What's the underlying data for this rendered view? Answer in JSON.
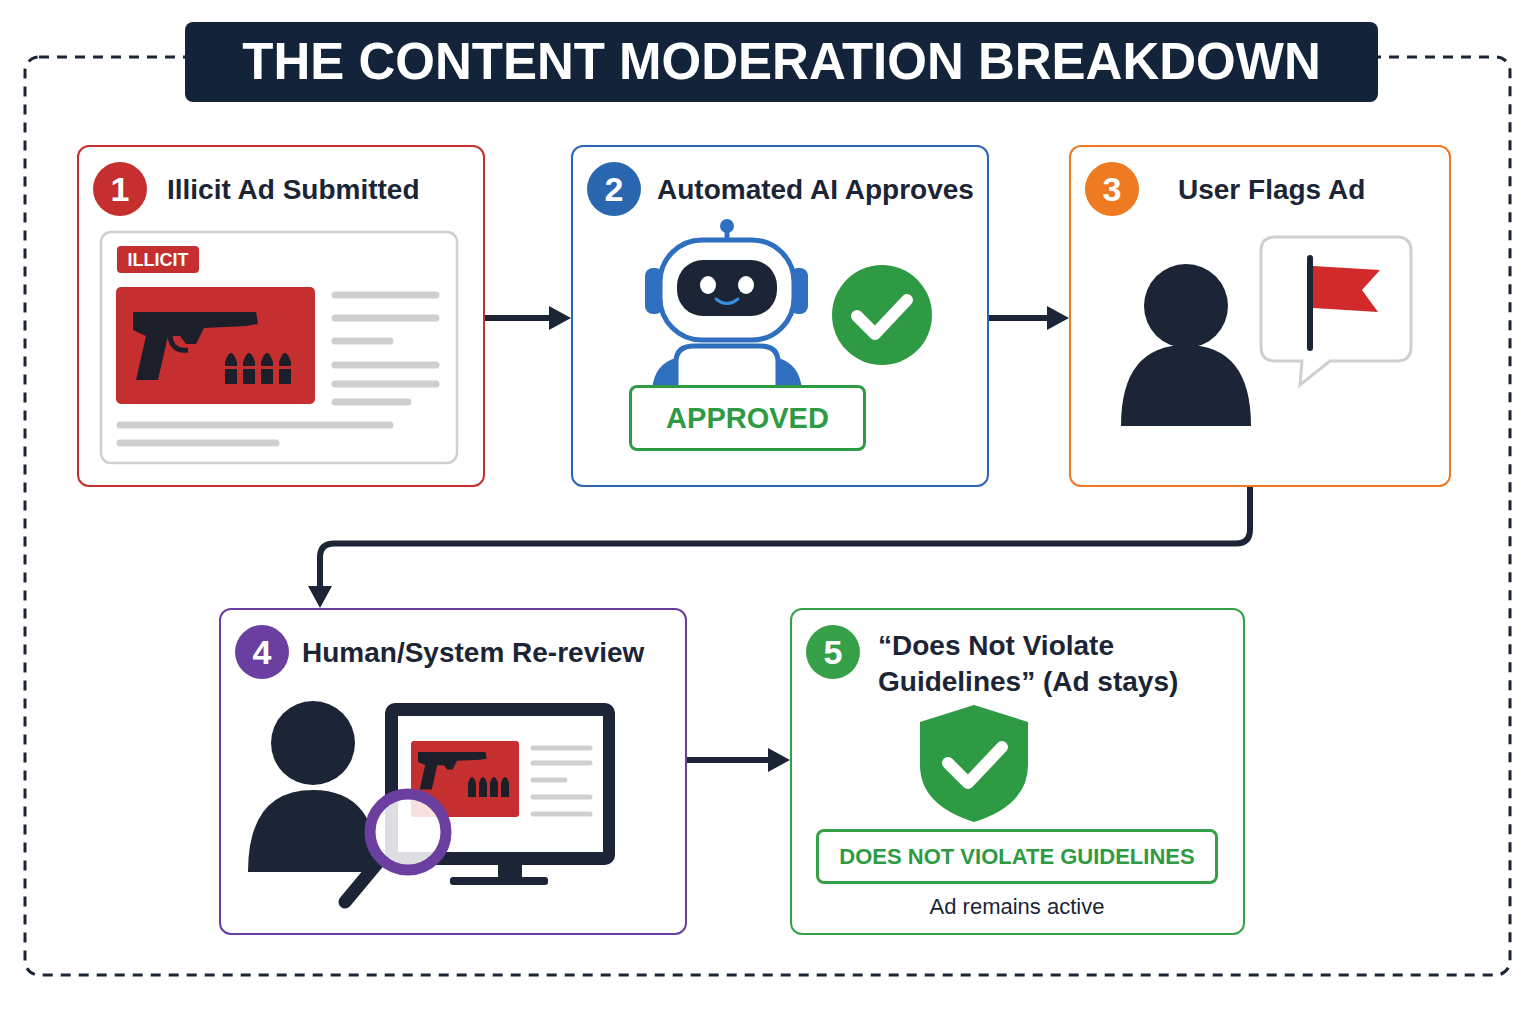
{
  "diagram": {
    "title": "THE CONTENT MODERATION BREAKDOWN",
    "nodes": [
      {
        "text": [
          "1",
          "Illicit Ad Submitted"
        ]
      },
      {
        "text": [
          "ILLICIT"
        ],
        "in": 0
      },
      {
        "text": [
          "2",
          "Automated AI Approves"
        ]
      },
      {
        "text": [
          "APPROVED"
        ],
        "in": 2
      },
      {
        "text": [
          "3",
          "User Flags Ad"
        ]
      },
      {
        "text": [
          "4",
          "Human/System Re-review"
        ]
      },
      {
        "text": [
          "5",
          "“Does Not Violate Guidelines” (Ad stays)",
          "Ad remains active"
        ]
      },
      {
        "text": [
          "DOES NOT VIOLATE GUIDELINES"
        ],
        "in": 6
      }
    ],
    "edges": [
      {
        "from": 0,
        "to": 2,
        "arrow": "to"
      },
      {
        "from": 2,
        "to": 4,
        "arrow": "to"
      },
      {
        "from": 4,
        "to": 5,
        "arrow": "to"
      },
      {
        "from": 5,
        "to": 6,
        "arrow": "to"
      }
    ]
  }
}
